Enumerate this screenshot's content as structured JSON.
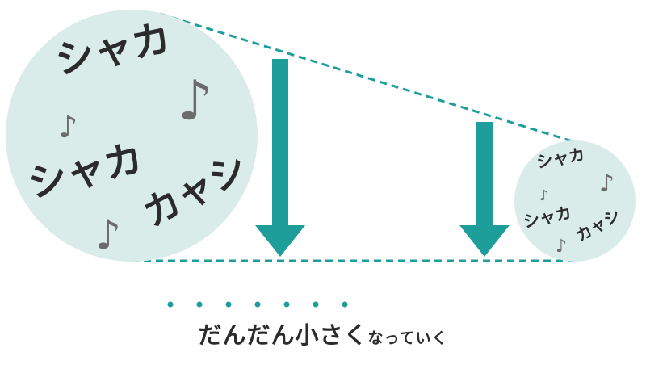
{
  "large_circle": {
    "words": [
      "シャカ",
      "シャカ",
      "カャシ"
    ],
    "notes": [
      "♪",
      "♪",
      "♪"
    ]
  },
  "small_circle": {
    "words": [
      "シャカ",
      "シャカ",
      "カャシ"
    ],
    "notes": [
      "♪",
      "♪",
      "♪"
    ]
  },
  "caption": {
    "main": "だんだん小さく",
    "tail": "なっていく"
  },
  "colors": {
    "accent": "#1e9e9b",
    "circle_fill": "#d9ece9",
    "text": "#2b2b2b",
    "note": "#6b6b6b"
  }
}
